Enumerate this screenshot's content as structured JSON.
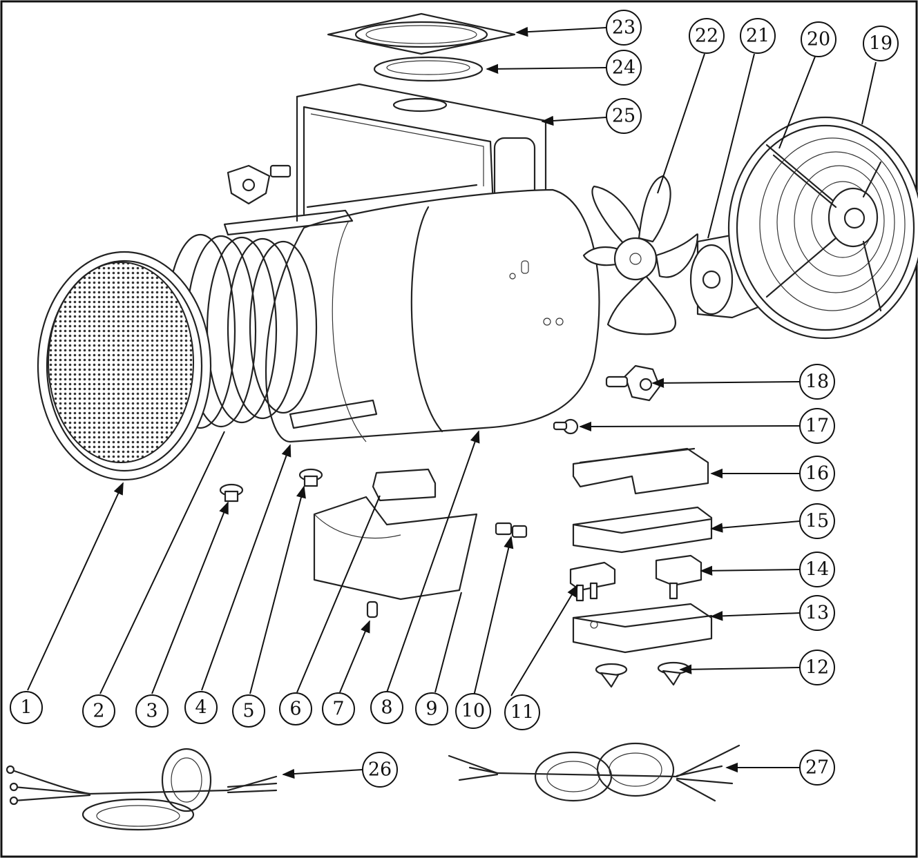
{
  "diagram": {
    "frame_color": "#111111",
    "balloons": [
      {
        "id": "b1",
        "label": "1"
      },
      {
        "id": "b2",
        "label": "2"
      },
      {
        "id": "b3",
        "label": "3"
      },
      {
        "id": "b4",
        "label": "4"
      },
      {
        "id": "b5",
        "label": "5"
      },
      {
        "id": "b6",
        "label": "6"
      },
      {
        "id": "b7",
        "label": "7"
      },
      {
        "id": "b8",
        "label": "8"
      },
      {
        "id": "b9",
        "label": "9"
      },
      {
        "id": "b10",
        "label": "10"
      },
      {
        "id": "b11",
        "label": "11"
      },
      {
        "id": "b12",
        "label": "12"
      },
      {
        "id": "b13",
        "label": "13"
      },
      {
        "id": "b14",
        "label": "14"
      },
      {
        "id": "b15",
        "label": "15"
      },
      {
        "id": "b16",
        "label": "16"
      },
      {
        "id": "b17",
        "label": "17"
      },
      {
        "id": "b18",
        "label": "18"
      },
      {
        "id": "b19",
        "label": "19"
      },
      {
        "id": "b20",
        "label": "20"
      },
      {
        "id": "b21",
        "label": "21"
      },
      {
        "id": "b22",
        "label": "22"
      },
      {
        "id": "b23",
        "label": "23"
      },
      {
        "id": "b24",
        "label": "24"
      },
      {
        "id": "b25",
        "label": "25"
      },
      {
        "id": "b26",
        "label": "26"
      },
      {
        "id": "b27",
        "label": "27"
      }
    ]
  }
}
